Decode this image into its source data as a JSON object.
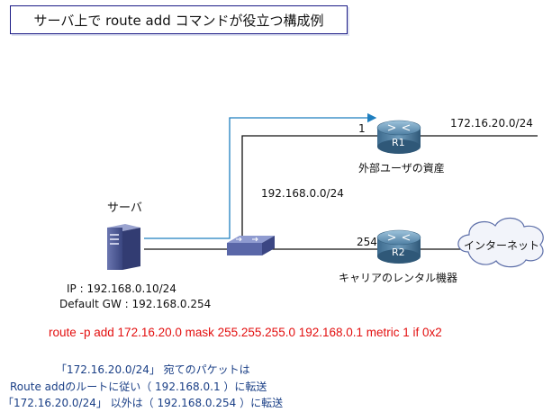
{
  "title": "サーバ上で route add コマンドが役立つ構成例",
  "server": {
    "label": "サーバ",
    "ip": "IP : 192.168.0.10/24",
    "gateway": "Default GW : 192.168.0.254"
  },
  "router_r1": {
    "name": "R1",
    "port_label": "1",
    "caption": "外部ユーザの資産"
  },
  "router_r2": {
    "name": "R2",
    "port_label": "254",
    "caption": "キャリアのレンタル機器"
  },
  "networks": {
    "lan": "192.168.0.0/24",
    "remote": "172.16.20.0/24"
  },
  "internet": {
    "label": "インターネット"
  },
  "command": "route -p add 172.16.20.0 mask 255.255.255.0 192.168.0.1 metric 1 if 0x2",
  "notes": {
    "line1": "「172.16.20.0/24」 宛てのパケットは",
    "line2": "Route addのルートに従い（ 192.168.0.1 ）に転送",
    "line3": "「172.16.20.0/24」 以外は（ 192.168.0.254 ）に転送"
  },
  "colors": {
    "route_arrow": "#1f7fbf",
    "command_text": "#e30f0f",
    "note_text": "#1a3f86",
    "router_body": "#3f6f93",
    "switch_body": "#5a67a8",
    "server_body": "#4e5a94"
  }
}
